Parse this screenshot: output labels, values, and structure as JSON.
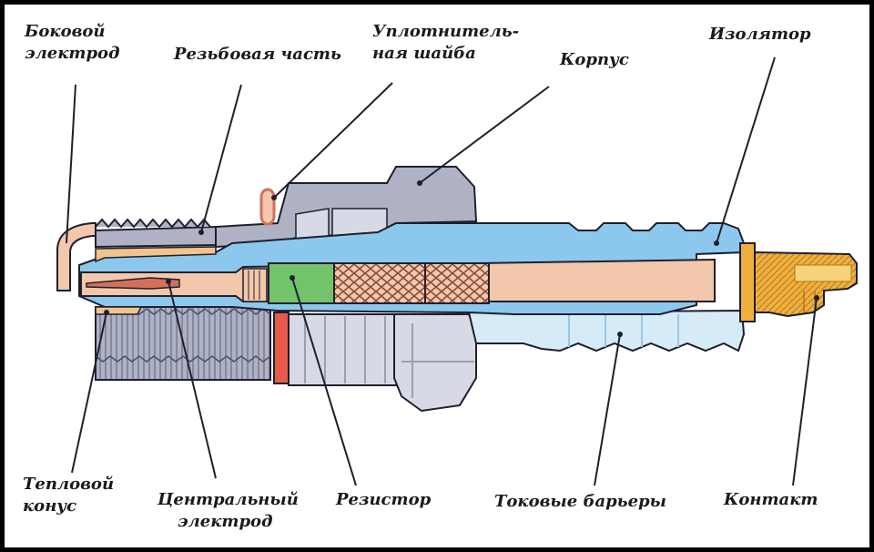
{
  "labels": {
    "side_electrode": [
      "Боковой",
      "электрод"
    ],
    "thread": "Резьбовая часть",
    "sealing_washer": [
      "Уплотнитель-",
      "ная шайба"
    ],
    "body": "Корпус",
    "insulator": "Изолятор",
    "heat_cone": [
      "Тепловой",
      "конус"
    ],
    "center_electrode": [
      "Центральный",
      "электрод"
    ],
    "resistor": "Резистор",
    "current_barriers": "Токовые барьеры",
    "contact": "Контакт"
  },
  "colors": {
    "frame": "#000000",
    "background": "#ffffff",
    "insulator": "#8cc8ee",
    "insulator_light": "#d5ecf8",
    "metal": "#aeb2c4",
    "metal_light": "#d7dae4",
    "metal_dark": "#626a84",
    "copper": "#f3c7ab",
    "copper_dark": "#d2705c",
    "resistor": "#72c36a",
    "mesh": "#9a5b4a",
    "contact": "#f0b040",
    "washer": "#e85a4a",
    "outline": "#1f1f2e"
  }
}
